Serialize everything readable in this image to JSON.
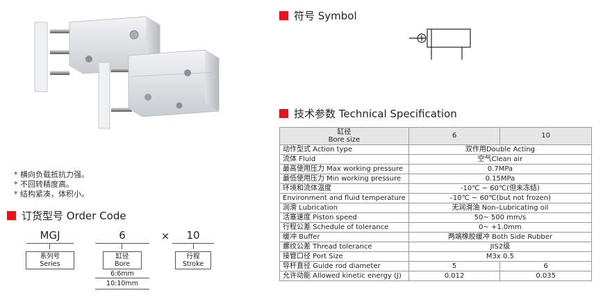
{
  "features": [
    "* 横向负载抵抗力强。",
    "* 不回转精度高。",
    "* 结构紧凑，体积小。"
  ],
  "order_code": {
    "heading": "订货型号 Order Code",
    "model": "MGJ",
    "model_label_cn": "系列号",
    "model_label_en": "Series",
    "bore_value": "6",
    "bore_label_cn": "缸径",
    "bore_label_en": "Bore",
    "times": "×",
    "stroke_value": "10",
    "stroke_label_cn": "行程",
    "stroke_label_en": "Stroke",
    "bore_options": [
      "6:6mm",
      "10:10mm"
    ]
  },
  "symbol": {
    "heading": "符号 Symbol"
  },
  "tech": {
    "heading": "技术参数 Technical Specification",
    "bore_label_cn": "缸径",
    "bore_label_en": "Bore size",
    "bore_cols": [
      "6",
      "10"
    ],
    "rows": [
      {
        "label": "动作型式 Action type",
        "value": "双作用Double Acting"
      },
      {
        "label": "流体 Fluid",
        "value": "空气Clean air"
      },
      {
        "label": "最高使用压力 Max working pressure",
        "value": "0.7MPa"
      },
      {
        "label": "最低使用压力 Min working pressure",
        "value": "0.15MPa"
      },
      {
        "label": "环境和流体温度",
        "value": "-10℃ ~ 60℃(但未冻结)"
      },
      {
        "label": "Environment and fluid temperature",
        "value": "–10℃ ~ 60℃(but not frozen)"
      },
      {
        "label": "润滑 Lubrication",
        "value": "无润滑油 Non–Lubricating oil"
      },
      {
        "label": "活塞速度 Piston speed",
        "value": "50~ 500 mm/s"
      },
      {
        "label": "行程公差 Schedule of tolerance",
        "value": "0~ +1.0mm"
      },
      {
        "label": "缓冲 Buffer",
        "value": "两端橡胶缓冲 Both Side Rubber"
      },
      {
        "label": "螺纹公差 Thread tolerance",
        "value": "JIS2级"
      },
      {
        "label": "接管口径 Port Size",
        "value": "M3x 0.5"
      }
    ],
    "split_rows": [
      {
        "label": "导杆直径 Guide rod diameter",
        "values": [
          "5",
          "6"
        ]
      },
      {
        "label": "允许动能 Allowed kinetic energy (J)",
        "values": [
          "0.012",
          "0.035"
        ]
      }
    ]
  }
}
